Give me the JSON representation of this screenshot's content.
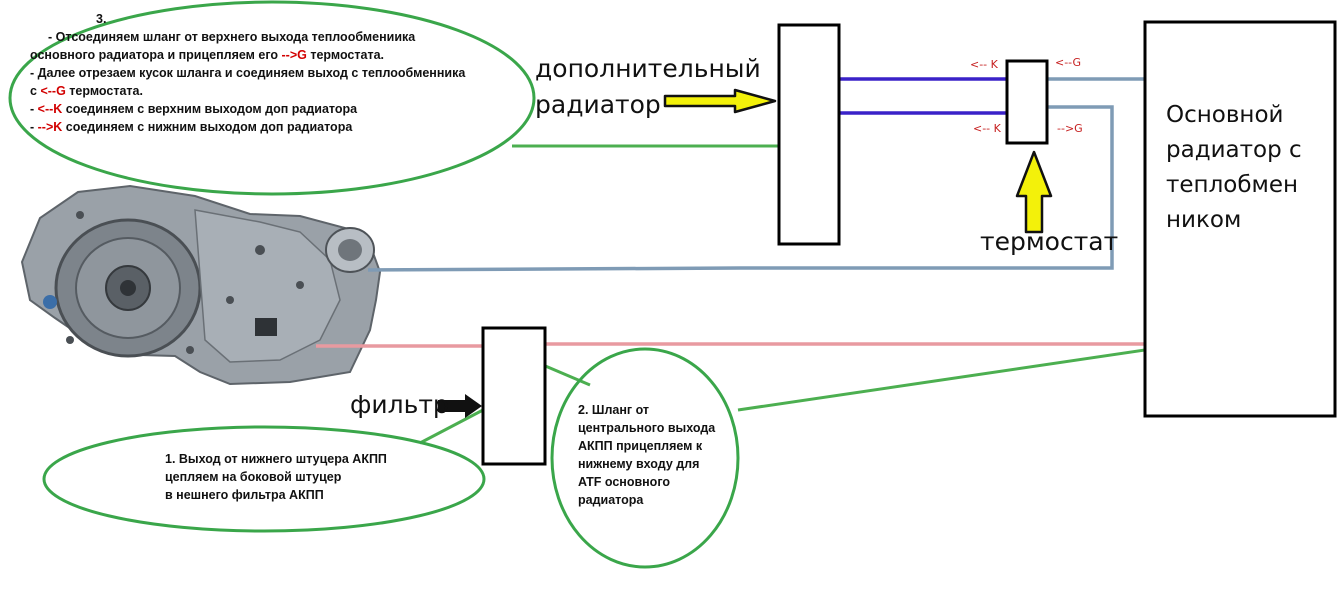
{
  "colors": {
    "ellipse": "#3aa64a",
    "green_line": "#4caf50",
    "blue_line": "#3a22c8",
    "gray_line": "#7f9bb5",
    "pink_line": "#e89aa0",
    "arrow_fill": "#f3f10a",
    "box_border": "#000000",
    "port_label": "#c62020"
  },
  "note3": {
    "number": "3.",
    "l1": "-  Отсоединяем шланг от верхнего выхода  теплообмениика",
    "l2a": "основного радиатора и прицепляем его ",
    "l2b": "-->G",
    "l2c": " термостата.",
    "l3": "- Далее отрезаем кусок шланга и соединяем выход с теплообменника",
    "l4a": "с ",
    "l4b": "<--G",
    "l4c": " термостата.",
    "l5a": "- ",
    "l5b": "<--K",
    "l5c": " соединяем с верхним выходом доп радиатора",
    "l6a": "- ",
    "l6b": "-->K",
    "l6c": " соединяем с нижним выходом доп радиатора"
  },
  "note1": {
    "l1": "1. Выход от нижнего штуцера АКПП",
    "l2": "цепляем на боковой штуцер",
    "l3": " в нешнего фильтра АКПП"
  },
  "note2": {
    "l1": "2. Шланг от",
    "l2": "центрального выхода",
    "l3": "АКПП прицепляем к",
    "l4": "нижнему входу для",
    "l5": "ATF основного",
    "l6": "радиатора"
  },
  "labels": {
    "aux_radiator_1": "дополнительный",
    "aux_radiator_2": "радиатор",
    "thermostat": "термостат",
    "filter": "фильтр",
    "main_radiator": [
      "Основной",
      "радиатор с",
      "теплобмен",
      "ником"
    ]
  },
  "ports": {
    "k_top": "<-- K",
    "k_bottom": "<-- K",
    "g_top": "<--G",
    "g_bottom": "-->G"
  },
  "icons": {
    "transmission": "automatic-transmission-image",
    "arrow_right": "yellow-arrow-right-icon",
    "arrow_up": "yellow-arrow-up-icon"
  }
}
